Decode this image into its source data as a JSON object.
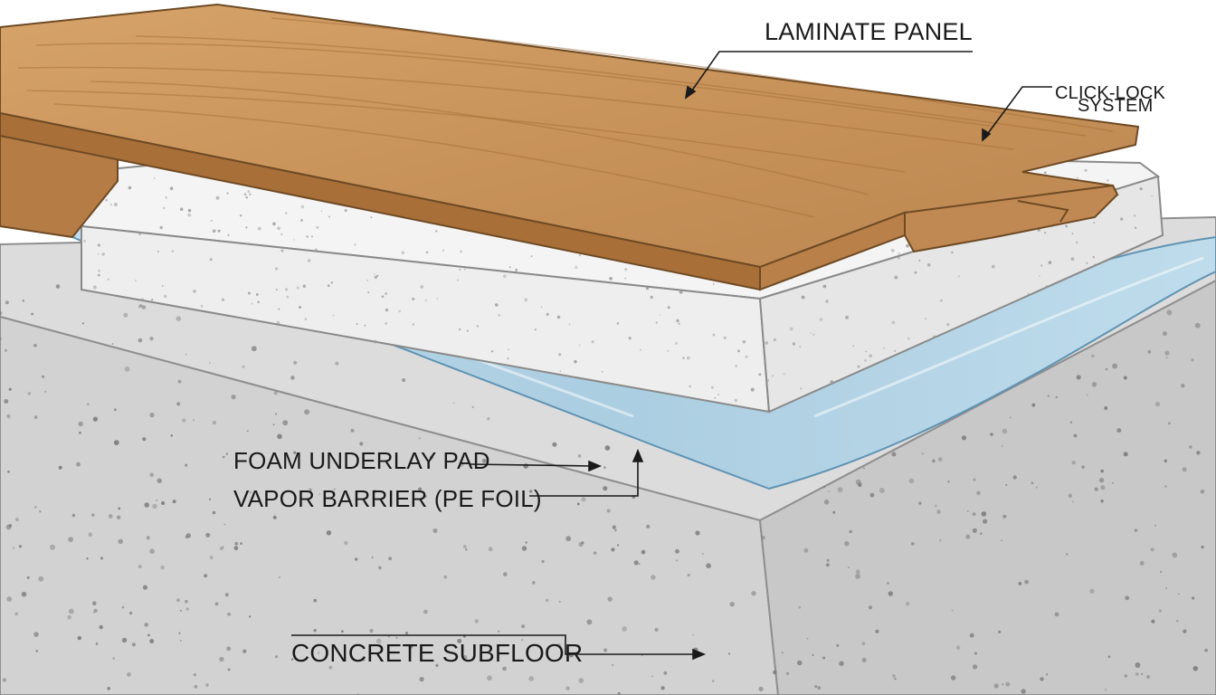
{
  "labels": {
    "laminate_panel": "LAMINATE PANEL",
    "click_lock_line1": "CLICK-LOCK",
    "click_lock_line2": "SYSTEM",
    "foam_underlay": "FOAM UNDERLAY PAD",
    "vapor_barrier": "VAPOR BARRIER (PE FOIL)",
    "concrete_subfloor": "CONCRETE SUBFLOOR"
  },
  "colors": {
    "wood": "#c8935a",
    "wood_dark": "#a8703a",
    "foam": "#f2f2f2",
    "vapor": "#a9cfe4",
    "concrete": "#d9d9d9",
    "concrete_dark": "#cacaca",
    "ink": "#1a1a1a"
  }
}
